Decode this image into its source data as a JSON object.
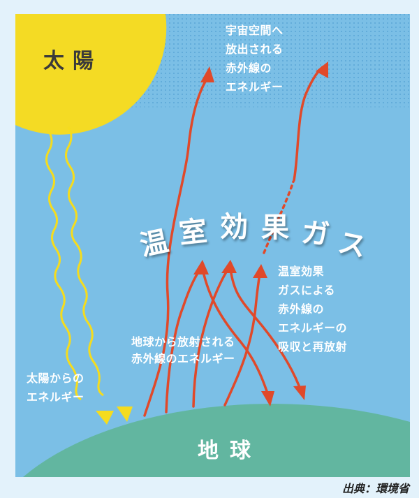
{
  "sun": {
    "label": "太陽"
  },
  "earth": {
    "label": "地球"
  },
  "space_label": [
    "宇宙空間へ",
    "放出される",
    "赤外線の",
    "エネルギー"
  ],
  "ghg_title": [
    "温",
    "室",
    "効",
    "果",
    "ガ",
    "ス"
  ],
  "ghg_label": [
    "温室効果",
    "ガスによる",
    "赤外線の",
    "エネルギーの",
    "吸収と再放射"
  ],
  "earth_ir_label": [
    "地球から放射される",
    "赤外線のエネルギー"
  ],
  "solar_label": [
    "太陽からの",
    "エネルギー"
  ],
  "source": "出典：環境省",
  "colors": {
    "sky": "#7bbfe6",
    "sun": "#f4db24",
    "earth": "#62b6a0",
    "ir_arrow": "#e0492a",
    "solar_wave": "#f5dc1e",
    "page_bg": "#e3f2fb"
  }
}
